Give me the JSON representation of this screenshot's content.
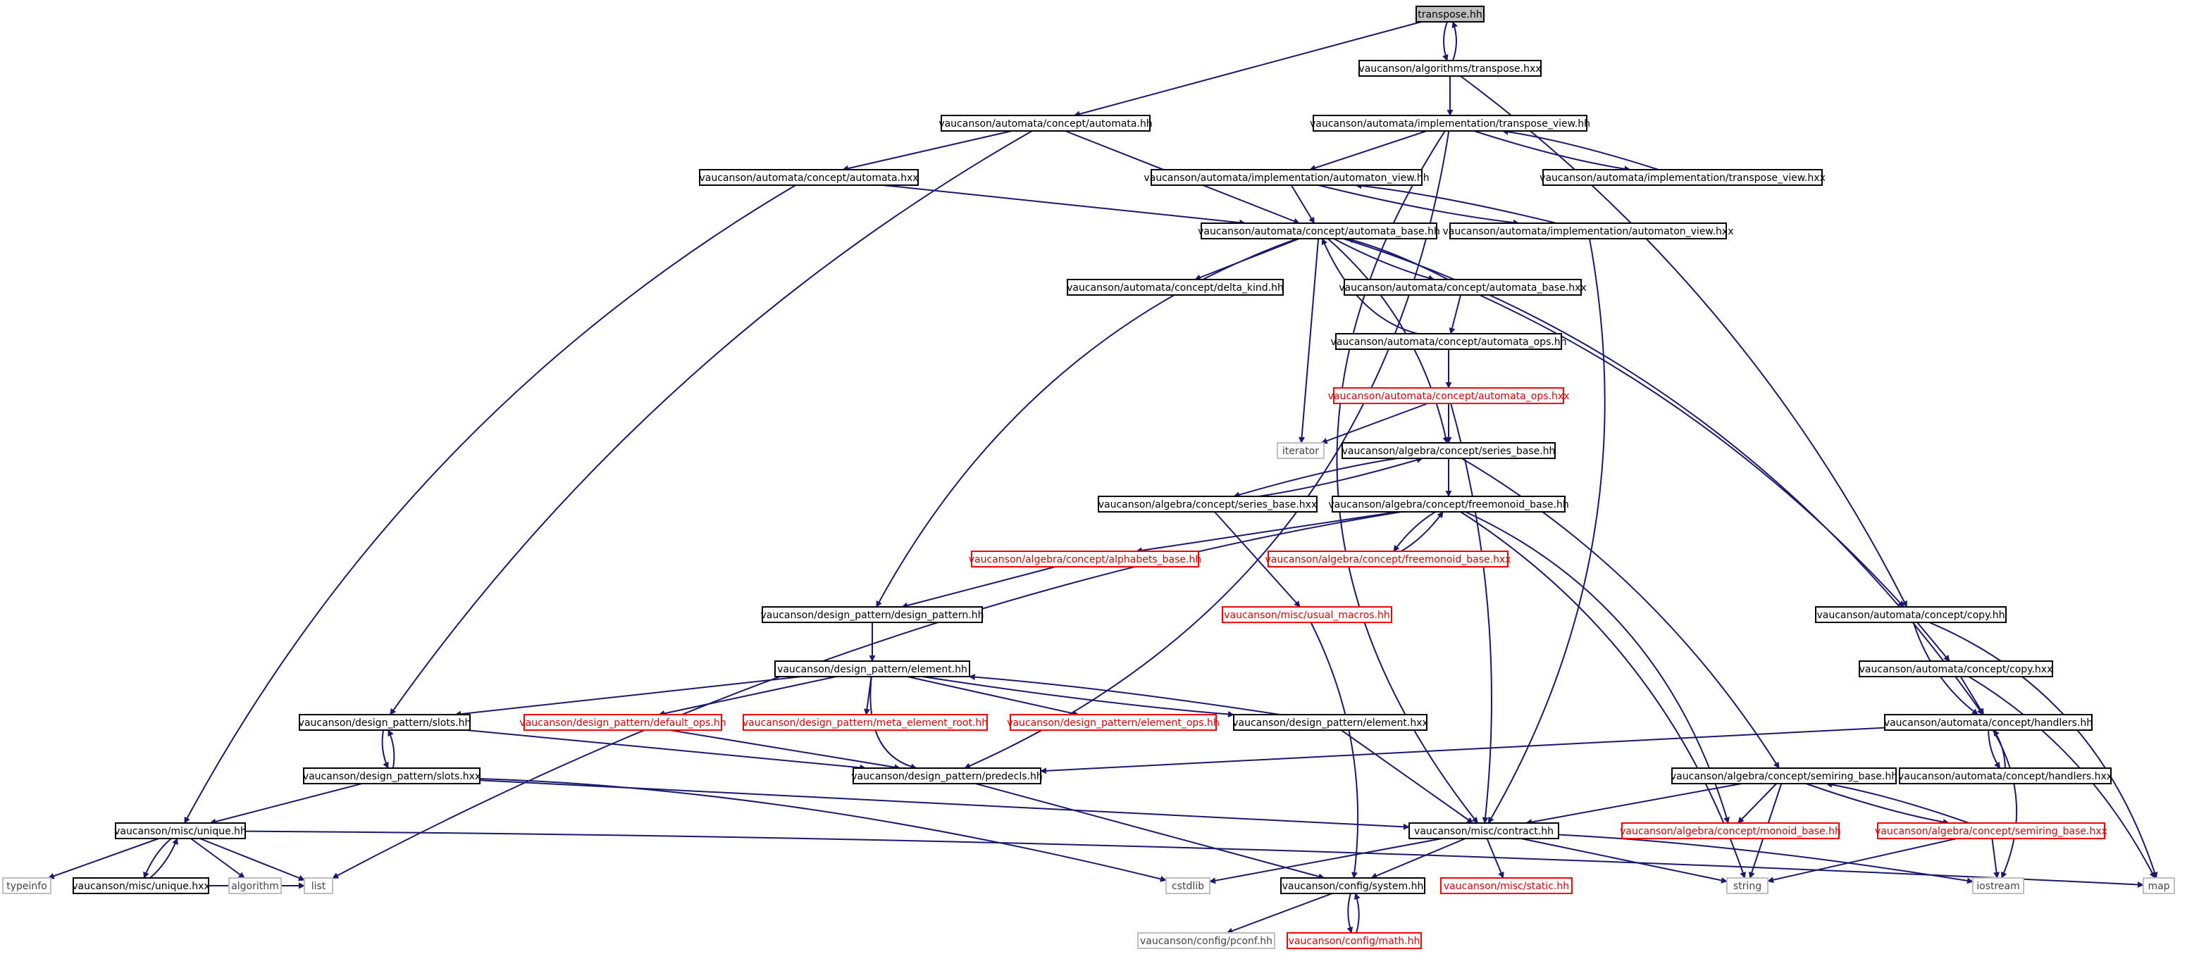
{
  "graph": {
    "nodes": [
      {
        "id": "transpose_hh",
        "label": "transpose.hh",
        "style": "root"
      },
      {
        "id": "alg_transpose_hxx",
        "label": "vaucanson/algorithms/transpose.hxx",
        "style": "black"
      },
      {
        "id": "automata_hh",
        "label": "vaucanson/automata/concept/automata.hh",
        "style": "black"
      },
      {
        "id": "transpose_view_hh",
        "label": "vaucanson/automata/implementation/transpose_view.hh",
        "style": "black"
      },
      {
        "id": "automata_hxx",
        "label": "vaucanson/automata/concept/automata.hxx",
        "style": "black"
      },
      {
        "id": "automaton_view_hh",
        "label": "vaucanson/automata/implementation/automaton_view.hh",
        "style": "black"
      },
      {
        "id": "transpose_view_hxx",
        "label": "vaucanson/automata/implementation/transpose_view.hxx",
        "style": "black"
      },
      {
        "id": "automata_base_hh",
        "label": "vaucanson/automata/concept/automata_base.hh",
        "style": "black"
      },
      {
        "id": "automaton_view_hxx",
        "label": "vaucanson/automata/implementation/automaton_view.hxx",
        "style": "black"
      },
      {
        "id": "delta_kind_hh",
        "label": "vaucanson/automata/concept/delta_kind.hh",
        "style": "black"
      },
      {
        "id": "automata_base_hxx",
        "label": "vaucanson/automata/concept/automata_base.hxx",
        "style": "black"
      },
      {
        "id": "automata_ops_hh",
        "label": "vaucanson/automata/concept/automata_ops.hh",
        "style": "black"
      },
      {
        "id": "automata_ops_hxx",
        "label": "vaucanson/automata/concept/automata_ops.hxx",
        "style": "red"
      },
      {
        "id": "iterator",
        "label": "iterator",
        "style": "gray"
      },
      {
        "id": "series_base_hh",
        "label": "vaucanson/algebra/concept/series_base.hh",
        "style": "black"
      },
      {
        "id": "series_base_hxx",
        "label": "vaucanson/algebra/concept/series_base.hxx",
        "style": "black"
      },
      {
        "id": "freemonoid_base_hh",
        "label": "vaucanson/algebra/concept/freemonoid_base.hh",
        "style": "black"
      },
      {
        "id": "alphabets_base_hh",
        "label": "vaucanson/algebra/concept/alphabets_base.hh",
        "style": "red"
      },
      {
        "id": "freemonoid_base_hxx",
        "label": "vaucanson/algebra/concept/freemonoid_base.hxx",
        "style": "red"
      },
      {
        "id": "design_pattern_hh",
        "label": "vaucanson/design_pattern/design_pattern.hh",
        "style": "black"
      },
      {
        "id": "usual_macros_hh",
        "label": "vaucanson/misc/usual_macros.hh",
        "style": "red"
      },
      {
        "id": "copy_hh",
        "label": "vaucanson/automata/concept/copy.hh",
        "style": "black"
      },
      {
        "id": "element_hh",
        "label": "vaucanson/design_pattern/element.hh",
        "style": "black"
      },
      {
        "id": "copy_hxx",
        "label": "vaucanson/automata/concept/copy.hxx",
        "style": "black"
      },
      {
        "id": "slots_hh",
        "label": "vaucanson/design_pattern/slots.hh",
        "style": "black"
      },
      {
        "id": "default_ops_hh",
        "label": "vaucanson/design_pattern/default_ops.hh",
        "style": "red"
      },
      {
        "id": "meta_element_root_hh",
        "label": "vaucanson/design_pattern/meta_element_root.hh",
        "style": "red"
      },
      {
        "id": "element_ops_hh",
        "label": "vaucanson/design_pattern/element_ops.hh",
        "style": "red"
      },
      {
        "id": "element_hxx",
        "label": "vaucanson/design_pattern/element.hxx",
        "style": "black"
      },
      {
        "id": "handlers_hh",
        "label": "vaucanson/automata/concept/handlers.hh",
        "style": "black"
      },
      {
        "id": "slots_hxx",
        "label": "vaucanson/design_pattern/slots.hxx",
        "style": "black"
      },
      {
        "id": "predecls_hh",
        "label": "vaucanson/design_pattern/predecls.hh",
        "style": "black"
      },
      {
        "id": "semiring_base_hh",
        "label": "vaucanson/algebra/concept/semiring_base.hh",
        "style": "black"
      },
      {
        "id": "handlers_hxx",
        "label": "vaucanson/automata/concept/handlers.hxx",
        "style": "black"
      },
      {
        "id": "unique_hh",
        "label": "vaucanson/misc/unique.hh",
        "style": "black"
      },
      {
        "id": "contract_hh",
        "label": "vaucanson/misc/contract.hh",
        "style": "black"
      },
      {
        "id": "monoid_base_hh",
        "label": "vaucanson/algebra/concept/monoid_base.hh",
        "style": "red"
      },
      {
        "id": "semiring_base_hxx",
        "label": "vaucanson/algebra/concept/semiring_base.hxx",
        "style": "red"
      },
      {
        "id": "typeinfo",
        "label": "typeinfo",
        "style": "gray"
      },
      {
        "id": "unique_hxx",
        "label": "vaucanson/misc/unique.hxx",
        "style": "black"
      },
      {
        "id": "algorithm",
        "label": "algorithm",
        "style": "gray"
      },
      {
        "id": "list",
        "label": "list",
        "style": "gray"
      },
      {
        "id": "cstdlib",
        "label": "cstdlib",
        "style": "gray"
      },
      {
        "id": "system_hh",
        "label": "vaucanson/config/system.hh",
        "style": "black"
      },
      {
        "id": "static_hh",
        "label": "vaucanson/misc/static.hh",
        "style": "red"
      },
      {
        "id": "string",
        "label": "string",
        "style": "gray"
      },
      {
        "id": "iostream",
        "label": "iostream",
        "style": "gray"
      },
      {
        "id": "map",
        "label": "map",
        "style": "gray"
      },
      {
        "id": "pconf_hh",
        "label": "vaucanson/config/pconf.hh",
        "style": "gray"
      },
      {
        "id": "math_hh",
        "label": "vaucanson/config/math.hh",
        "style": "red"
      }
    ],
    "edges": [
      [
        "transpose_hh",
        "alg_transpose_hxx"
      ],
      [
        "alg_transpose_hxx",
        "transpose_hh"
      ],
      [
        "transpose_hh",
        "automata_hh"
      ],
      [
        "alg_transpose_hxx",
        "transpose_view_hh"
      ],
      [
        "alg_transpose_hxx",
        "copy_hh"
      ],
      [
        "automata_hh",
        "automata_hxx"
      ],
      [
        "automata_hh",
        "automata_base_hh"
      ],
      [
        "automata_hh",
        "slots_hh"
      ],
      [
        "automata_hxx",
        "automata_base_hh"
      ],
      [
        "automata_hxx",
        "unique_hh"
      ],
      [
        "transpose_view_hh",
        "automaton_view_hh"
      ],
      [
        "transpose_view_hh",
        "transpose_view_hxx"
      ],
      [
        "transpose_view_hxx",
        "transpose_view_hh"
      ],
      [
        "transpose_view_hh",
        "predecls_hh"
      ],
      [
        "transpose_view_hh",
        "contract_hh"
      ],
      [
        "automaton_view_hh",
        "automata_base_hh"
      ],
      [
        "automaton_view_hh",
        "automaton_view_hxx"
      ],
      [
        "automaton_view_hxx",
        "automaton_view_hh"
      ],
      [
        "automaton_view_hxx",
        "contract_hh"
      ],
      [
        "automata_base_hh",
        "delta_kind_hh"
      ],
      [
        "automata_base_hh",
        "automata_base_hxx"
      ],
      [
        "automata_base_hxx",
        "automata_base_hh"
      ],
      [
        "automata_base_hh",
        "iterator"
      ],
      [
        "automata_base_hh",
        "series_base_hh"
      ],
      [
        "automata_base_hh",
        "design_pattern_hh"
      ],
      [
        "automata_base_hh",
        "handlers_hh"
      ],
      [
        "automata_base_hxx",
        "automata_ops_hh"
      ],
      [
        "automata_base_hxx",
        "copy_hh"
      ],
      [
        "automata_ops_hh",
        "automata_base_hh"
      ],
      [
        "automata_ops_hh",
        "automata_ops_hxx"
      ],
      [
        "automata_ops_hxx",
        "iterator"
      ],
      [
        "automata_ops_hxx",
        "series_base_hh"
      ],
      [
        "automata_ops_hxx",
        "contract_hh"
      ],
      [
        "series_base_hh",
        "series_base_hxx"
      ],
      [
        "series_base_hxx",
        "series_base_hh"
      ],
      [
        "series_base_hh",
        "freemonoid_base_hh"
      ],
      [
        "series_base_hh",
        "semiring_base_hh"
      ],
      [
        "series_base_hxx",
        "usual_macros_hh"
      ],
      [
        "freemonoid_base_hh",
        "alphabets_base_hh"
      ],
      [
        "freemonoid_base_hh",
        "freemonoid_base_hxx"
      ],
      [
        "freemonoid_base_hxx",
        "freemonoid_base_hh"
      ],
      [
        "freemonoid_base_hh",
        "list"
      ],
      [
        "freemonoid_base_hh",
        "monoid_base_hh"
      ],
      [
        "freemonoid_base_hh",
        "string"
      ],
      [
        "alphabets_base_hh",
        "design_pattern_hh"
      ],
      [
        "usual_macros_hh",
        "system_hh"
      ],
      [
        "design_pattern_hh",
        "element_hh"
      ],
      [
        "element_hh",
        "slots_hh"
      ],
      [
        "element_hh",
        "default_ops_hh"
      ],
      [
        "element_hh",
        "meta_element_root_hh"
      ],
      [
        "element_hh",
        "element_ops_hh"
      ],
      [
        "element_hh",
        "element_hxx"
      ],
      [
        "element_hxx",
        "element_hh"
      ],
      [
        "element_hh",
        "predecls_hh"
      ],
      [
        "element_hxx",
        "contract_hh"
      ],
      [
        "default_ops_hh",
        "predecls_hh"
      ],
      [
        "slots_hh",
        "slots_hxx"
      ],
      [
        "slots_hxx",
        "slots_hh"
      ],
      [
        "slots_hh",
        "predecls_hh"
      ],
      [
        "slots_hxx",
        "unique_hh"
      ],
      [
        "slots_hxx",
        "contract_hh"
      ],
      [
        "slots_hxx",
        "cstdlib"
      ],
      [
        "copy_hh",
        "copy_hxx"
      ],
      [
        "copy_hh",
        "handlers_hh"
      ],
      [
        "copy_hh",
        "map"
      ],
      [
        "copy_hxx",
        "handlers_hh"
      ],
      [
        "copy_hxx",
        "map"
      ],
      [
        "handlers_hh",
        "handlers_hxx"
      ],
      [
        "handlers_hxx",
        "handlers_hh"
      ],
      [
        "handlers_hh",
        "predecls_hh"
      ],
      [
        "handlers_hh",
        "iostream"
      ],
      [
        "predecls_hh",
        "system_hh"
      ],
      [
        "semiring_base_hh",
        "contract_hh"
      ],
      [
        "semiring_base_hh",
        "monoid_base_hh"
      ],
      [
        "semiring_base_hh",
        "semiring_base_hxx"
      ],
      [
        "semiring_base_hxx",
        "semiring_base_hh"
      ],
      [
        "semiring_base_hh",
        "string"
      ],
      [
        "semiring_base_hxx",
        "string"
      ],
      [
        "semiring_base_hxx",
        "iostream"
      ],
      [
        "unique_hh",
        "typeinfo"
      ],
      [
        "unique_hh",
        "unique_hxx"
      ],
      [
        "unique_hxx",
        "unique_hh"
      ],
      [
        "unique_hh",
        "algorithm"
      ],
      [
        "unique_hh",
        "list"
      ],
      [
        "unique_hh",
        "map"
      ],
      [
        "unique_hxx",
        "list"
      ],
      [
        "contract_hh",
        "cstdlib"
      ],
      [
        "contract_hh",
        "system_hh"
      ],
      [
        "contract_hh",
        "static_hh"
      ],
      [
        "contract_hh",
        "string"
      ],
      [
        "contract_hh",
        "iostream"
      ],
      [
        "system_hh",
        "pconf_hh"
      ],
      [
        "system_hh",
        "math_hh"
      ],
      [
        "math_hh",
        "system_hh"
      ]
    ]
  }
}
